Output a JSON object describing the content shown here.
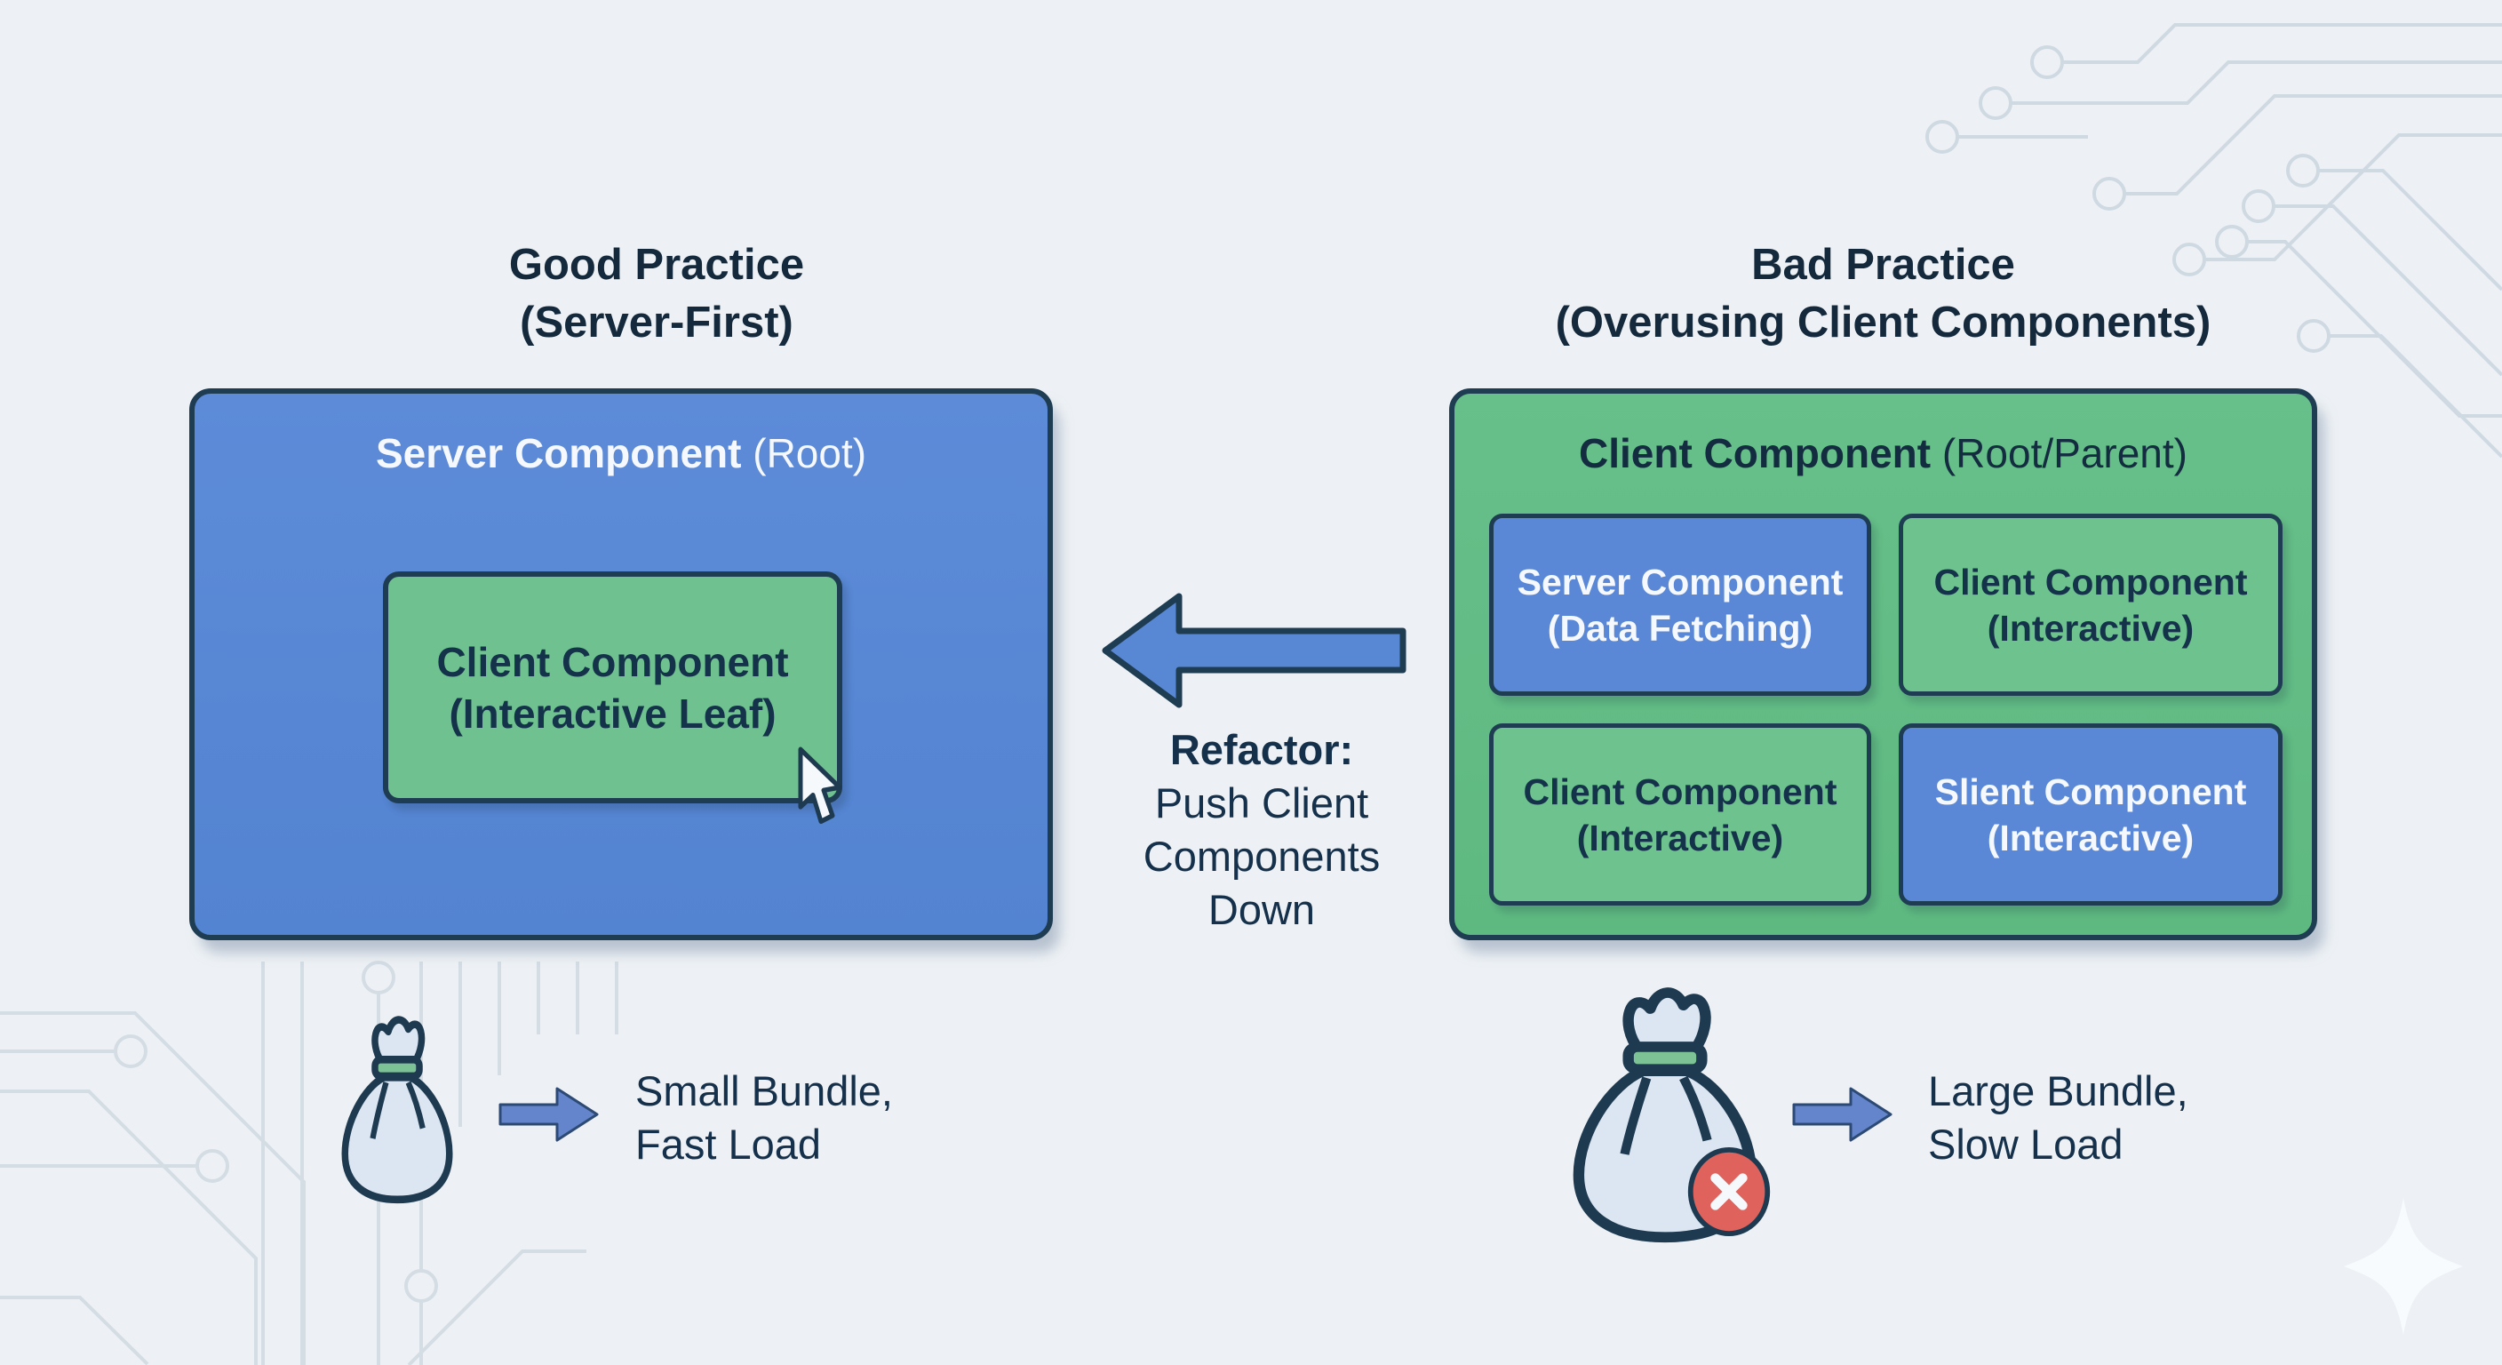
{
  "colors": {
    "background": "#edf1f5",
    "server_blue": "#5887d4",
    "client_green": "#63bc86",
    "outline_navy": "#1e3c52",
    "text_dark": "#14293c",
    "text_light": "#f5f8fc",
    "error_red": "#e0625c",
    "bundle_arrow_blue": "#6484cb",
    "circuit_gray": "#cfd9e2",
    "money_bag_fill": "#dce6f3",
    "money_bag_band_green": "#7cc294"
  },
  "left_panel": {
    "title_line1": "Good Practice",
    "title_line2": "(Server-First)",
    "root_label_bold": "Server Component",
    "root_label_rest": " (Root)",
    "leaf_line1": "Client Component",
    "leaf_line2": "(Interactive Leaf)",
    "result_line1": "Small Bundle,",
    "result_line2": "Fast Load"
  },
  "refactor": {
    "heading": "Refactor:",
    "line1": "Push Client",
    "line2": "Components",
    "line3": "Down"
  },
  "right_panel": {
    "title_line1": "Bad Practice",
    "title_line2": "(Overusing Client Components)",
    "root_label_bold": "Client Component",
    "root_label_rest": " (Root/Parent)",
    "children": [
      {
        "line1": "Server Component",
        "line2": "(Data Fetching)"
      },
      {
        "line1": "Client Component",
        "line2": "(Interactive)"
      },
      {
        "line1": "Client Component",
        "line2": "(Interactive)"
      },
      {
        "line1": "Slient Component",
        "line2": "(Interactive)"
      }
    ],
    "result_line1": "Large Bundle,",
    "result_line2": "Slow Load"
  }
}
